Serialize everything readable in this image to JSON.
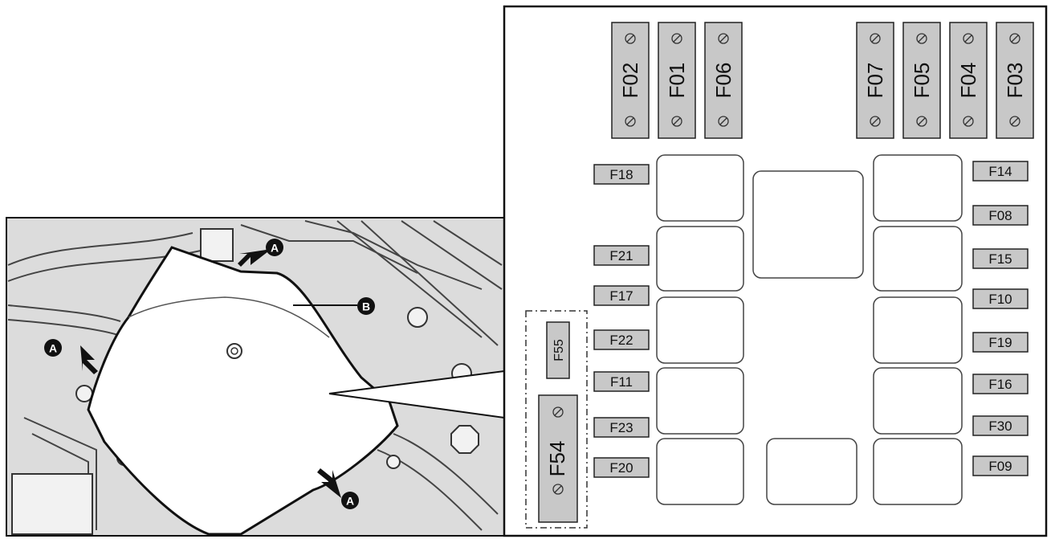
{
  "callouts": {
    "a": "A",
    "b": "B"
  },
  "top_fuses": [
    {
      "id": "f02",
      "label": "F02"
    },
    {
      "id": "f01",
      "label": "F01"
    },
    {
      "id": "f06",
      "label": "F06"
    },
    {
      "id": "f07",
      "label": "F07"
    },
    {
      "id": "f05",
      "label": "F05"
    },
    {
      "id": "f04",
      "label": "F04"
    },
    {
      "id": "f03",
      "label": "F03"
    }
  ],
  "left_fuses": [
    "F18",
    "F21",
    "F17",
    "F22",
    "F11",
    "F23",
    "F20"
  ],
  "right_fuses": [
    "F14",
    "F08",
    "F15",
    "F10",
    "F19",
    "F16",
    "F30",
    "F09"
  ],
  "side_fuses": {
    "small": "F55",
    "large": "F54"
  },
  "colors": {
    "fuse_fill": "#c8c8c8",
    "line": "#1a1a1a",
    "photo_bg": "#dcdcdc"
  }
}
